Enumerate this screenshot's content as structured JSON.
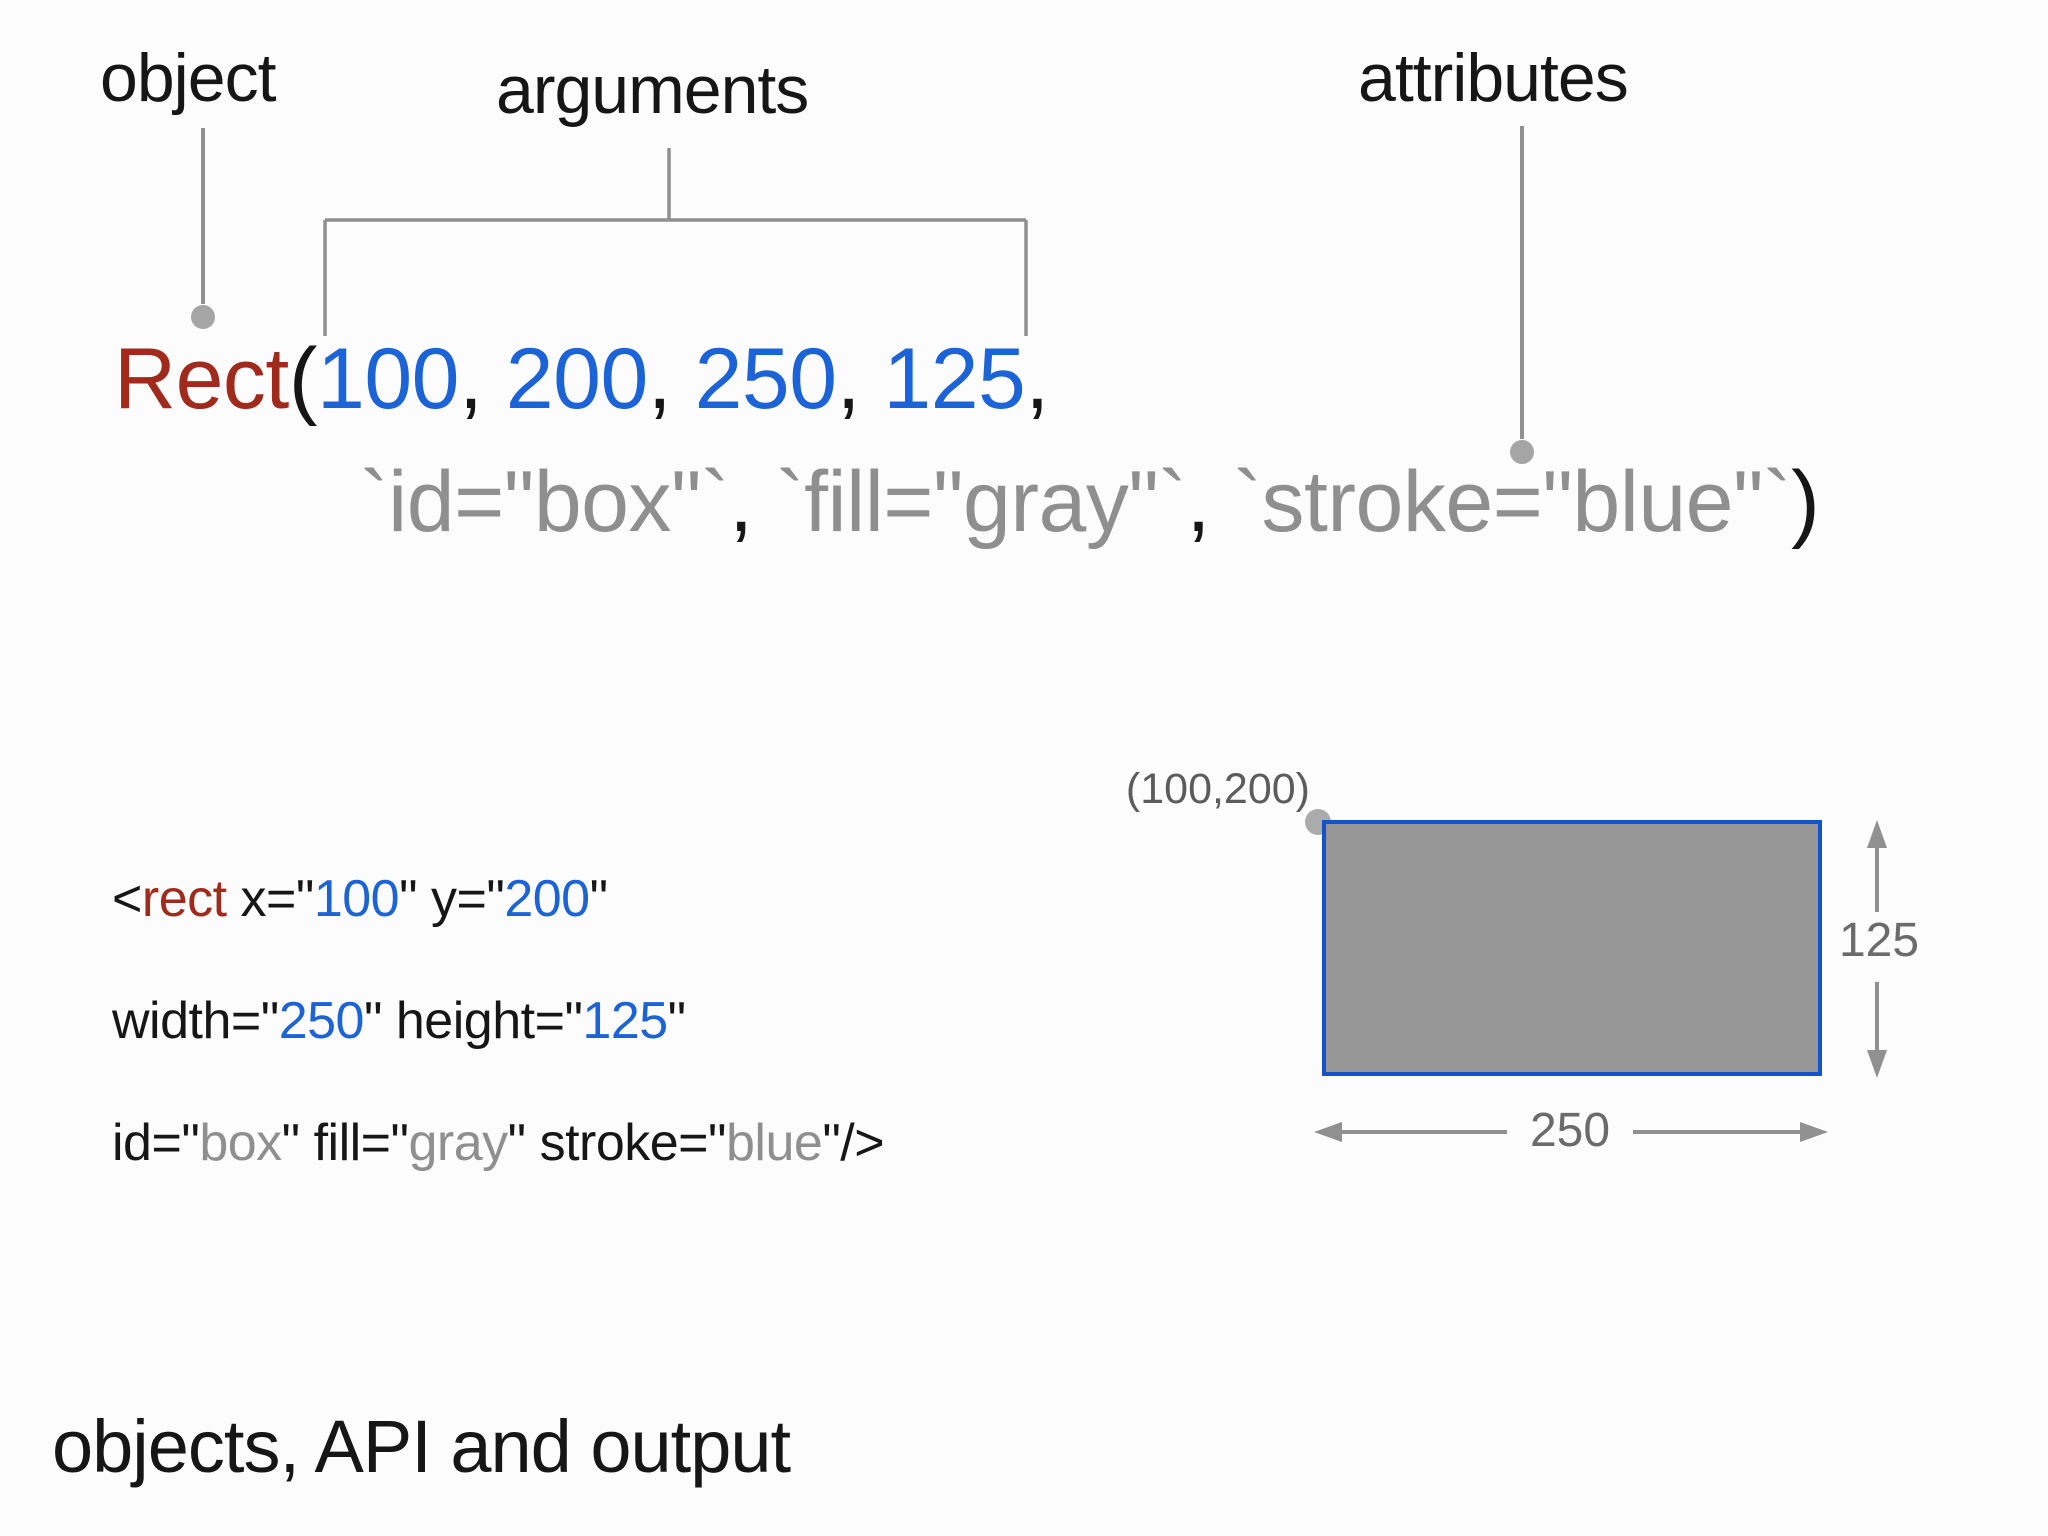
{
  "palette": {
    "bg": "#fcfcfc",
    "ink": "#161616",
    "maroon": "#a02a1c",
    "blue": "#1b63d6",
    "gray-token": "#8f8f8f",
    "line-gray": "#909090",
    "dot-gray": "#a5a5a5",
    "coord-gray": "#5c5c5c",
    "dim-gray": "#6b6b6b",
    "rect-fill": "#969696",
    "rect-stroke": "#1253cc"
  },
  "callouts": {
    "object": "object",
    "arguments": "arguments",
    "attributes": "attributes"
  },
  "api_code": {
    "line1": [
      {
        "t": "Rect",
        "c": "kw"
      },
      {
        "t": "(",
        "c": "plain"
      },
      {
        "t": "100",
        "c": "num"
      },
      {
        "t": ", ",
        "c": "plain"
      },
      {
        "t": "200",
        "c": "num"
      },
      {
        "t": ", ",
        "c": "plain"
      },
      {
        "t": "250",
        "c": "num"
      },
      {
        "t": ", ",
        "c": "plain"
      },
      {
        "t": "125",
        "c": "num"
      },
      {
        "t": ",",
        "c": "plain"
      }
    ],
    "line2": [
      {
        "t": "`id=\"box\"`",
        "c": "attr"
      },
      {
        "t": ", ",
        "c": "plain"
      },
      {
        "t": "`fill=\"gray\"`",
        "c": "attr"
      },
      {
        "t": ", ",
        "c": "plain"
      },
      {
        "t": "`stroke=\"blue\"`",
        "c": "attr"
      },
      {
        "t": ")",
        "c": "plain"
      }
    ]
  },
  "svg_code": {
    "line1": [
      {
        "t": "<",
        "c": "plain"
      },
      {
        "t": "rect",
        "c": "kw"
      },
      {
        "t": " x=\"",
        "c": "plain"
      },
      {
        "t": "100",
        "c": "num"
      },
      {
        "t": "\" y=\"",
        "c": "plain"
      },
      {
        "t": "200",
        "c": "num"
      },
      {
        "t": "\"",
        "c": "plain"
      }
    ],
    "line2": [
      {
        "t": "width=\"",
        "c": "plain"
      },
      {
        "t": "250",
        "c": "num"
      },
      {
        "t": "\" height=\"",
        "c": "plain"
      },
      {
        "t": "125",
        "c": "num"
      },
      {
        "t": "\"",
        "c": "plain"
      }
    ],
    "line3": [
      {
        "t": "id=\"",
        "c": "plain"
      },
      {
        "t": "box",
        "c": "attr"
      },
      {
        "t": "\" fill=\"",
        "c": "plain"
      },
      {
        "t": "gray",
        "c": "attr"
      },
      {
        "t": "\" stroke=\"",
        "c": "plain"
      },
      {
        "t": "blue",
        "c": "attr"
      },
      {
        "t": "\"/>",
        "c": "plain"
      }
    ]
  },
  "figure": {
    "origin_label": "(100,200)",
    "height_label": "125",
    "width_label": "250"
  },
  "footer": {
    "title": "objects, API and output"
  }
}
